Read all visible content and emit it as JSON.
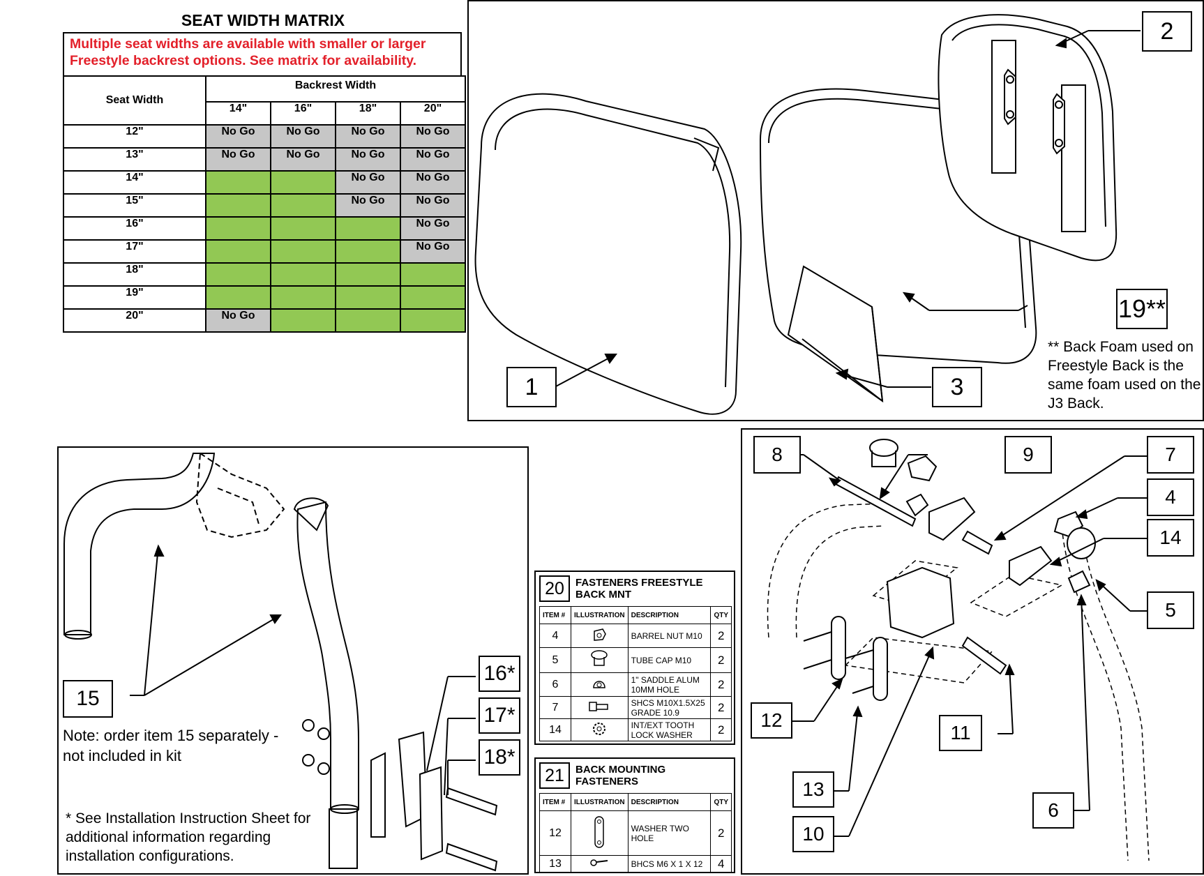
{
  "matrix": {
    "title": "SEAT WIDTH MATRIX",
    "note": "Multiple seat widths are available with smaller or larger Freestyle backrest options. See matrix for availability.",
    "row_header": "Seat Width",
    "col_group_header": "Backrest Width",
    "columns": [
      "14\"",
      "16\"",
      "18\"",
      "20\""
    ],
    "rows": [
      {
        "seat": "12\"",
        "cells": [
          "No Go",
          "No Go",
          "No Go",
          "No Go"
        ]
      },
      {
        "seat": "13\"",
        "cells": [
          "No Go",
          "No Go",
          "No Go",
          "No Go"
        ]
      },
      {
        "seat": "14\"",
        "cells": [
          "",
          "",
          "No Go",
          "No Go"
        ]
      },
      {
        "seat": "15\"",
        "cells": [
          "",
          "",
          "No Go",
          "No Go"
        ]
      },
      {
        "seat": "16\"",
        "cells": [
          "",
          "",
          "",
          "No Go"
        ]
      },
      {
        "seat": "17\"",
        "cells": [
          "",
          "",
          "",
          "No Go"
        ]
      },
      {
        "seat": "18\"",
        "cells": [
          "",
          "",
          "",
          ""
        ]
      },
      {
        "seat": "19\"",
        "cells": [
          "",
          "",
          "",
          ""
        ]
      },
      {
        "seat": "20\"",
        "cells": [
          "No Go",
          "",
          "",
          ""
        ]
      }
    ],
    "colors": {
      "no_go": "#c6c6c6",
      "available": "#92c854",
      "note_text": "#e3202a"
    }
  },
  "backrest_panel": {
    "callouts": {
      "c1": "1",
      "c2": "2",
      "c3": "3",
      "c19": "19**"
    },
    "footnote": "** Back Foam used on Freestyle Back is the same foam used on the J3 Back."
  },
  "frame_panel": {
    "callouts": {
      "c15": "15",
      "c16": "16*",
      "c17": "17*",
      "c18": "18*"
    },
    "note": "Note: order item 15 separately - not included in kit",
    "footnote": "* See Installation Instruction Sheet for additional information regarding installation configurations."
  },
  "hardware_panel": {
    "callouts": {
      "c4": "4",
      "c5": "5",
      "c6": "6",
      "c7": "7",
      "c8": "8",
      "c9": "9",
      "c10": "10",
      "c11": "11",
      "c12": "12",
      "c13": "13",
      "c14": "14"
    }
  },
  "fasteners_freestyle": {
    "number": "20",
    "title": "FASTENERS FREESTYLE BACK MNT",
    "headers": [
      "ITEM #",
      "ILLUSTRATION",
      "DESCRIPTION",
      "QTY"
    ],
    "rows": [
      {
        "item": "4",
        "icon": "barrel-nut-icon",
        "description": "BARREL NUT M10",
        "qty": "2"
      },
      {
        "item": "5",
        "icon": "tube-cap-icon",
        "description": "TUBE CAP M10",
        "qty": "2"
      },
      {
        "item": "6",
        "icon": "saddle-icon",
        "description": "1\" SADDLE ALUM 10MM HOLE",
        "qty": "2"
      },
      {
        "item": "7",
        "icon": "screw-icon",
        "description": "SHCS M10X1.5X25 GRADE 10.9",
        "qty": "2"
      },
      {
        "item": "14",
        "icon": "lock-washer-icon",
        "description": "INT/EXT TOOTH LOCK WASHER",
        "qty": "2"
      }
    ]
  },
  "back_mounting": {
    "number": "21",
    "title": "BACK MOUNTING FASTENERS",
    "headers": [
      "ITEM #",
      "ILLUSTRATION",
      "DESCRIPTION",
      "QTY"
    ],
    "rows": [
      {
        "item": "12",
        "icon": "washer-two-hole-icon",
        "description": "WASHER TWO HOLE",
        "qty": "2"
      },
      {
        "item": "13",
        "icon": "bolt-icon",
        "description": "BHCS M6 X 1 X 12",
        "qty": "4"
      }
    ]
  }
}
